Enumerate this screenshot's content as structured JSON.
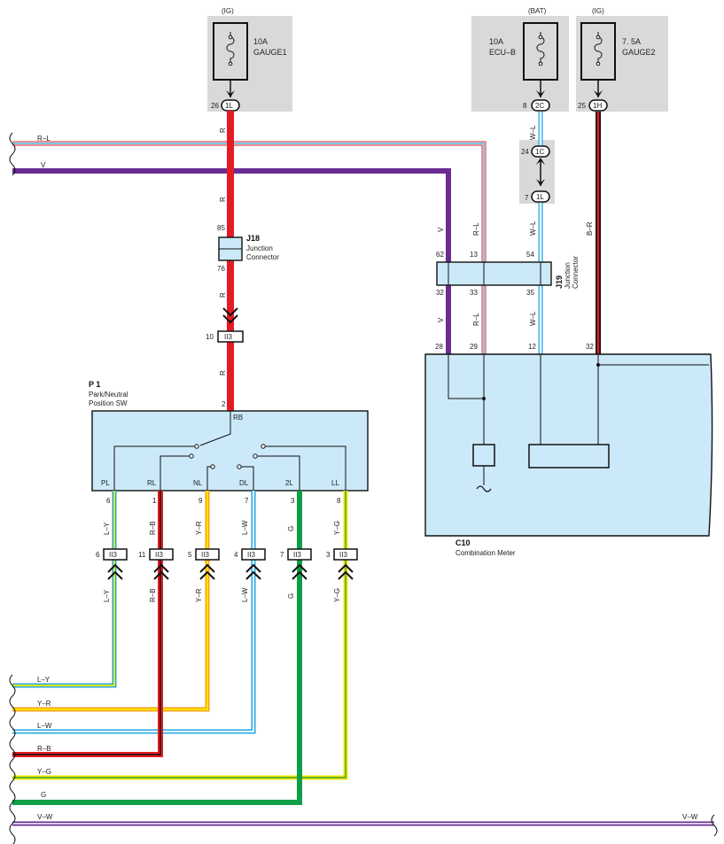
{
  "fuses": [
    {
      "supply": "(IG)",
      "amp": "10A",
      "name": "GAUGE1",
      "pin": "26",
      "conn": "1L"
    },
    {
      "supply": "(BAT)",
      "amp": "10A",
      "name": "ECU–B",
      "pin": "8",
      "conn": "2C"
    },
    {
      "supply": "(IG)",
      "amp": "7. 5A",
      "name": "GAUGE2",
      "pin": "25",
      "conn": "1H"
    }
  ],
  "inline_conn": {
    "pin_a": "24",
    "conn_a": "1C",
    "pin_b": "7",
    "conn_b": "1L"
  },
  "j18": {
    "id": "J18",
    "desc1": "Junction",
    "desc2": "Connector",
    "pin_top": "85",
    "pin_bottom": "76"
  },
  "j19": {
    "id": "J19",
    "desc1": "Junction",
    "desc2": "Connector",
    "pins_top": [
      "62",
      "13",
      "54"
    ],
    "pins_bottom": [
      "32",
      "33",
      "35"
    ]
  },
  "ii3_main": {
    "pin": "10",
    "name": "II3"
  },
  "p1": {
    "id": "P 1",
    "desc1": "Park/Neutral",
    "desc2": "Position SW",
    "input_pin": "2",
    "input_label": "RB",
    "terminals": [
      "PL",
      "RL",
      "NL",
      "DL",
      "2L",
      "LL"
    ],
    "pins": [
      "6",
      "1",
      "9",
      "7",
      "3",
      "8"
    ]
  },
  "ii3_row": {
    "name": "II3",
    "pins": [
      "6",
      "11",
      "5",
      "4",
      "7",
      "3"
    ]
  },
  "c10": {
    "id": "C10",
    "desc": "Combination Meter",
    "pins": [
      "28",
      "29",
      "12",
      "32"
    ]
  },
  "wire_colors": {
    "R": "R",
    "R-L": "R–L",
    "V": "V",
    "W-L": "W–L",
    "B-R": "B–R",
    "L-Y": "L–Y",
    "R-B": "R–B",
    "Y-R": "Y–R",
    "L-W": "L–W",
    "G": "G",
    "Y-G": "Y–G",
    "V-W": "V–W"
  },
  "left_bus": [
    "R–L",
    "V",
    "L–Y",
    "Y–R",
    "L–W",
    "R–B",
    "Y–G",
    "G",
    "V–W"
  ],
  "right_bus": "V–W",
  "palette": {
    "red": "#e51b24",
    "violet": "#6a2c91",
    "blue": "#22a9e1",
    "yellow": "#ffe400",
    "green": "#0d9e48",
    "orange": "#f7a21b",
    "box": "#cce9f9",
    "fuse": "#d9d9d9"
  }
}
